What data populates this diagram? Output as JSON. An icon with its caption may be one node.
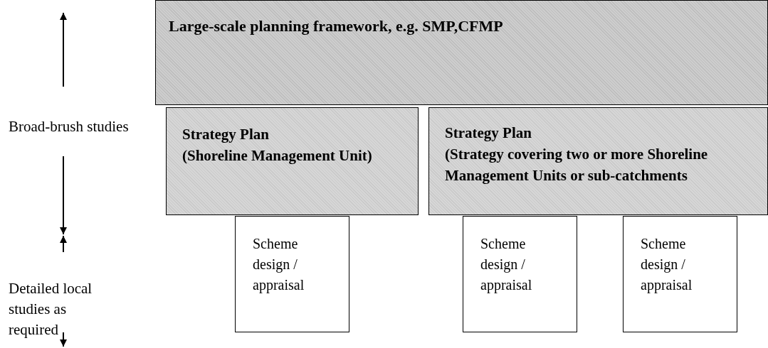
{
  "diagram": {
    "nodes": [
      {
        "text": [
          "Large-scale planning framework, e.g. SMP,CFMP"
        ]
      },
      {
        "text": [
          "Strategy Plan",
          "(Shoreline Management Unit)"
        ]
      },
      {
        "text": [
          "Strategy Plan",
          "(Strategy covering two or more Shoreline Management Units or sub-catchments"
        ]
      },
      {
        "text": [
          "Scheme design / appraisal"
        ]
      },
      {
        "text": [
          "Scheme design / appraisal"
        ]
      },
      {
        "text": [
          "Scheme design / appraisal"
        ]
      }
    ],
    "labels": [
      "Broad-brush studies",
      "Detailed local studies as required"
    ]
  }
}
